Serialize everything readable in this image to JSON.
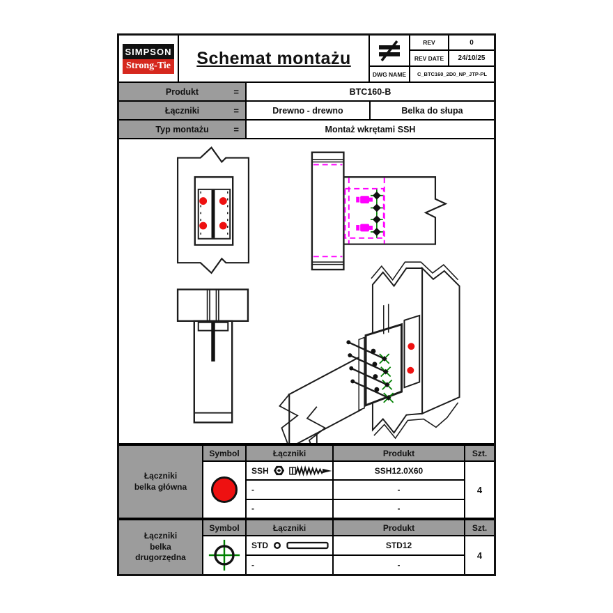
{
  "header": {
    "logo": {
      "line1": "SIMPSON",
      "line2": "Strong-Tie",
      "black": "#111111",
      "red": "#d6281e"
    },
    "title": "Schemat montażu",
    "symbol_icon": "not-equal-icon",
    "rev_table": {
      "rev_label": "REV",
      "rev_value": "0",
      "rev_date_label": "REV DATE",
      "rev_date_value": "24/10/25",
      "dwg_name_label": "DWG NAME",
      "dwg_name_value": "C_BTC160_2D0_NP_JTP-PL"
    }
  },
  "product_table": {
    "rows": [
      {
        "label": "Produkt",
        "eq": "=",
        "value": "BTC160-B"
      },
      {
        "label": "Łączniki",
        "eq": "=",
        "value1": "Drewno - drewno",
        "value2": "Belka do słupa"
      },
      {
        "label": "Typ montażu",
        "eq": "=",
        "value": "Montaż wkrętami SSH"
      }
    ]
  },
  "drawing": {
    "colors": {
      "line": "#1c1c1c",
      "magenta": "#ff00ff",
      "red": "#ee1111",
      "green": "#008000"
    },
    "views": [
      "front-view",
      "side-view",
      "plan-view",
      "isometric-view"
    ]
  },
  "fasteners": {
    "headers": [
      "Symbol",
      "Łączniki",
      "Produkt",
      "Szt."
    ],
    "tables": [
      {
        "group_label": "Łączniki\nbelka główna",
        "symbol": "red-circle",
        "rows": [
          {
            "code": "SSH",
            "product": "SSH12.0X60"
          },
          {
            "code": "-",
            "product": "-"
          },
          {
            "code": "-",
            "product": "-"
          }
        ],
        "qty": "4"
      },
      {
        "group_label": "Łączniki\nbelka\ndrugorzędna",
        "symbol": "green-crosshair-circle",
        "rows": [
          {
            "code": "STD",
            "product": "STD12"
          },
          {
            "code": "-",
            "product": "-"
          }
        ],
        "qty": "4"
      }
    ]
  }
}
